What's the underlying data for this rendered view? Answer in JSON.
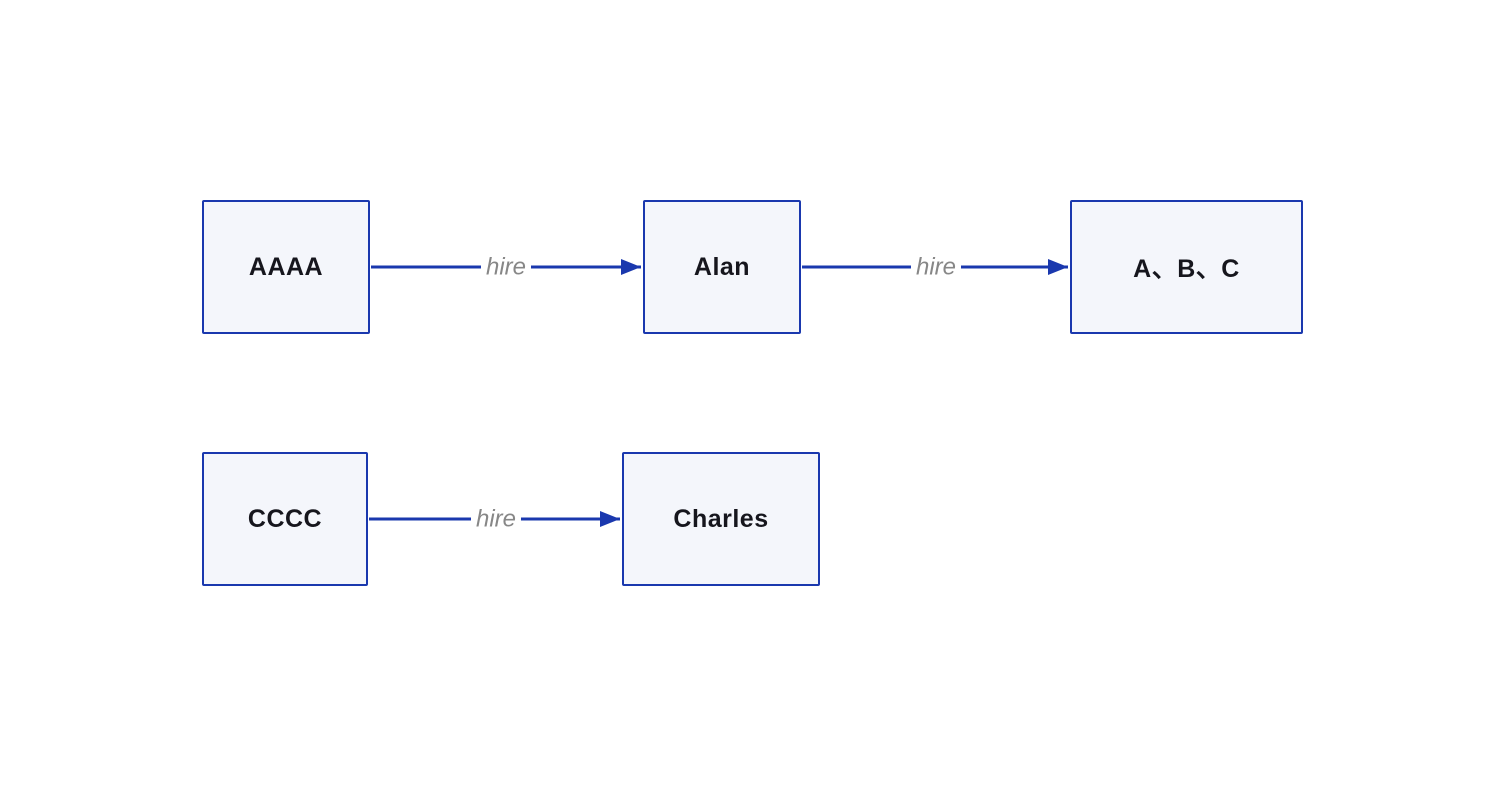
{
  "diagram": {
    "nodes": [
      {
        "id": "aaaa",
        "label": "AAAA"
      },
      {
        "id": "alan",
        "label": "Alan"
      },
      {
        "id": "abc",
        "label": "A、B、C"
      },
      {
        "id": "cccc",
        "label": "CCCC"
      },
      {
        "id": "charles",
        "label": "Charles"
      }
    ],
    "edges": [
      {
        "from": "aaaa",
        "to": "alan",
        "label": "hire"
      },
      {
        "from": "alan",
        "to": "abc",
        "label": "hire"
      },
      {
        "from": "cccc",
        "to": "charles",
        "label": "hire"
      }
    ],
    "colors": {
      "background": "#ffffff",
      "node_fill": "#f4f6fb",
      "node_border": "#1a38ae",
      "edge": "#1a38ae",
      "edge_label": "#878787",
      "node_text": "#16161d"
    }
  }
}
